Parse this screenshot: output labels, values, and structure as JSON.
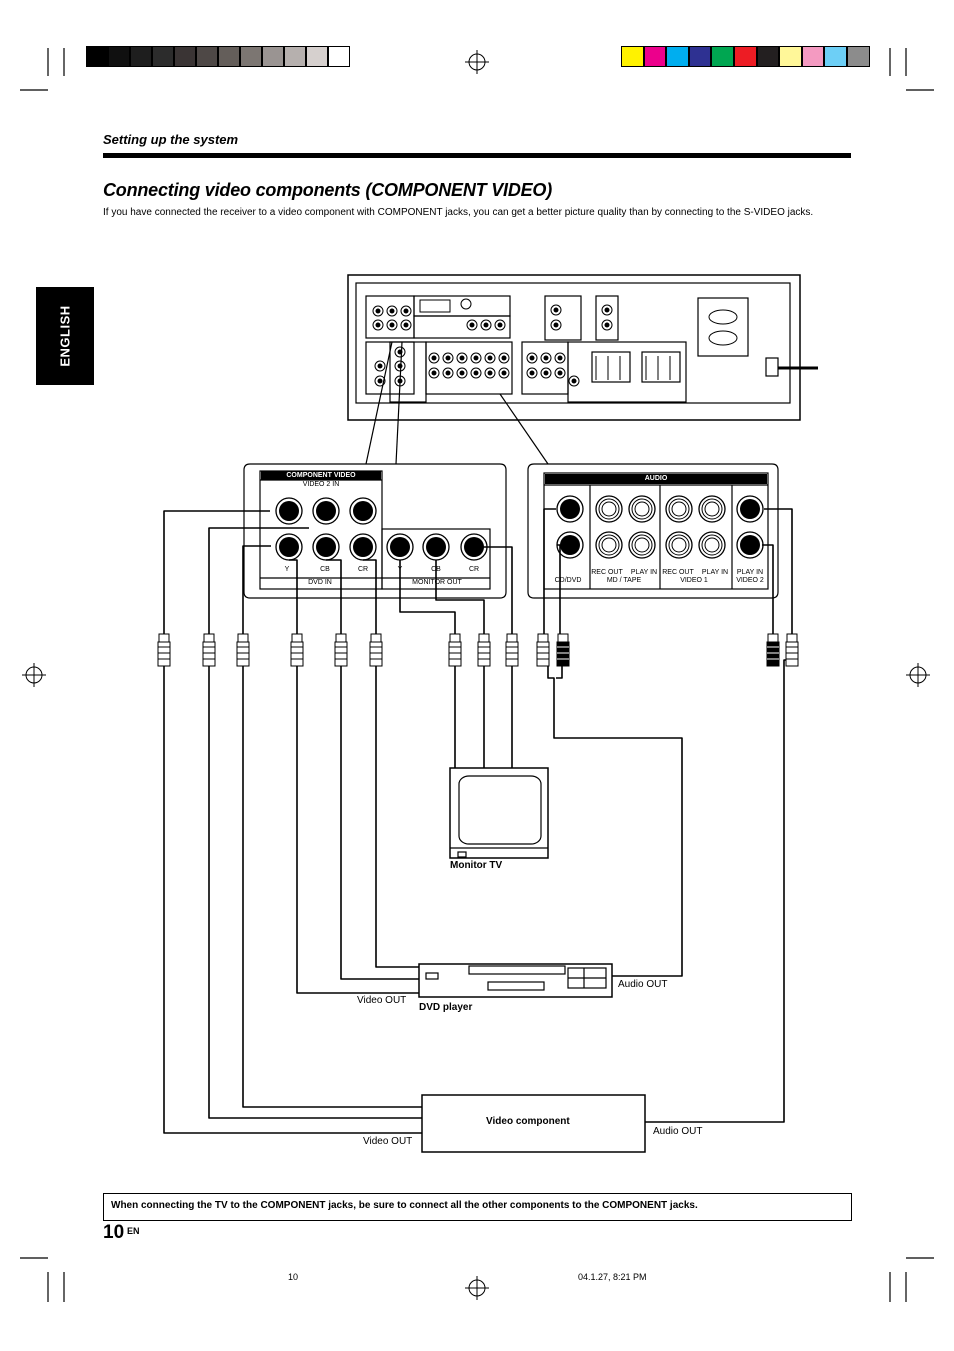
{
  "header": {
    "section": "Setting up the system",
    "title": "Connecting video components (COMPONENT VIDEO)",
    "intro": "If you have connected the receiver to a video component with COMPONENT jacks, you can get a better picture quality than by connecting to the S-VIDEO jacks."
  },
  "side_tab": {
    "label": "ENGLISH"
  },
  "panel": {
    "component_video": "COMPONENT VIDEO",
    "video2_in": "VIDEO 2 IN",
    "y1": "Y",
    "cb1": "CB",
    "cr1": "CR",
    "y2": "Y",
    "cb2": "CB",
    "cr2": "CR",
    "dvd_in": "DVD IN",
    "monitor_out": "MONITOR OUT",
    "audio": "AUDIO",
    "cd_dvd": "CD/DVD",
    "rec_out_1": "REC OUT",
    "play_in_1": "PLAY IN",
    "md_tape": "MD / TAPE",
    "rec_out_2": "REC OUT",
    "play_in_2": "PLAY IN",
    "video1": "VIDEO 1",
    "play_in_3": "PLAY IN",
    "video2": "VIDEO 2"
  },
  "devices": {
    "monitor_tv": "Monitor TV",
    "dvd_player": "DVD player",
    "dvd_video_out": "Video OUT",
    "dvd_audio_out": "Audio OUT",
    "video_component": "Video component",
    "vc_video_out": "Video OUT",
    "vc_audio_out": "Audio OUT"
  },
  "note": "When connecting the TV to the COMPONENT jacks, be sure to connect all the other components to the COMPONENT jacks.",
  "page": {
    "number": "10",
    "suffix": "EN"
  },
  "footer": {
    "left": "10",
    "right": "04.1.27, 8:21 PM"
  },
  "colors": {
    "registration_gray": [
      "#000000",
      "#101010",
      "#1e1e1e",
      "#2c2c2c",
      "#3a3434",
      "#4e4846",
      "#645e5a",
      "#7c7672",
      "#9a9492",
      "#b6b0ae",
      "#d6d0ce",
      "#ffffff"
    ],
    "registration_color": [
      "#fff200",
      "#ec008c",
      "#00aeef",
      "#2e3192",
      "#00a651",
      "#ed1c24",
      "#231f20",
      "#fff799",
      "#f49ac1",
      "#6dcff6",
      "#8c8c8c"
    ]
  }
}
